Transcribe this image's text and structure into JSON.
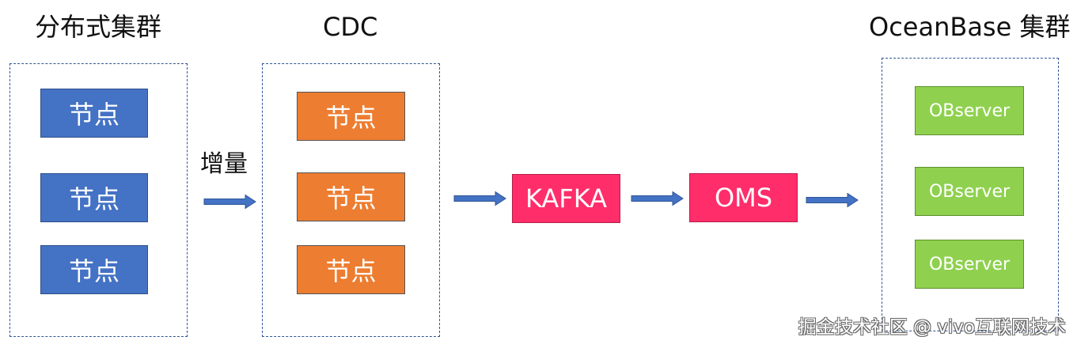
{
  "columns": {
    "cluster": {
      "title": "分布式集群",
      "nodes": [
        "节点",
        "节点",
        "节点"
      ]
    },
    "cdc": {
      "title": "CDC",
      "nodes": [
        "节点",
        "节点",
        "节点"
      ]
    },
    "oceanbase": {
      "title": "OceanBase 集群",
      "nodes": [
        "OBserver",
        "OBserver",
        "OBserver"
      ]
    }
  },
  "flow": {
    "incremental_label": "增量",
    "kafka": "KAFKA",
    "oms": "OMS"
  },
  "watermark": "掘金技术社区 @ vivo互联网技术",
  "colors": {
    "cluster_node": "#4472c4",
    "cdc_node": "#ed7d31",
    "ob_node": "#8fd14f",
    "pipeline_node": "#ff2d6a",
    "arrow": "#4472c4",
    "group_border": "#2f5597"
  }
}
